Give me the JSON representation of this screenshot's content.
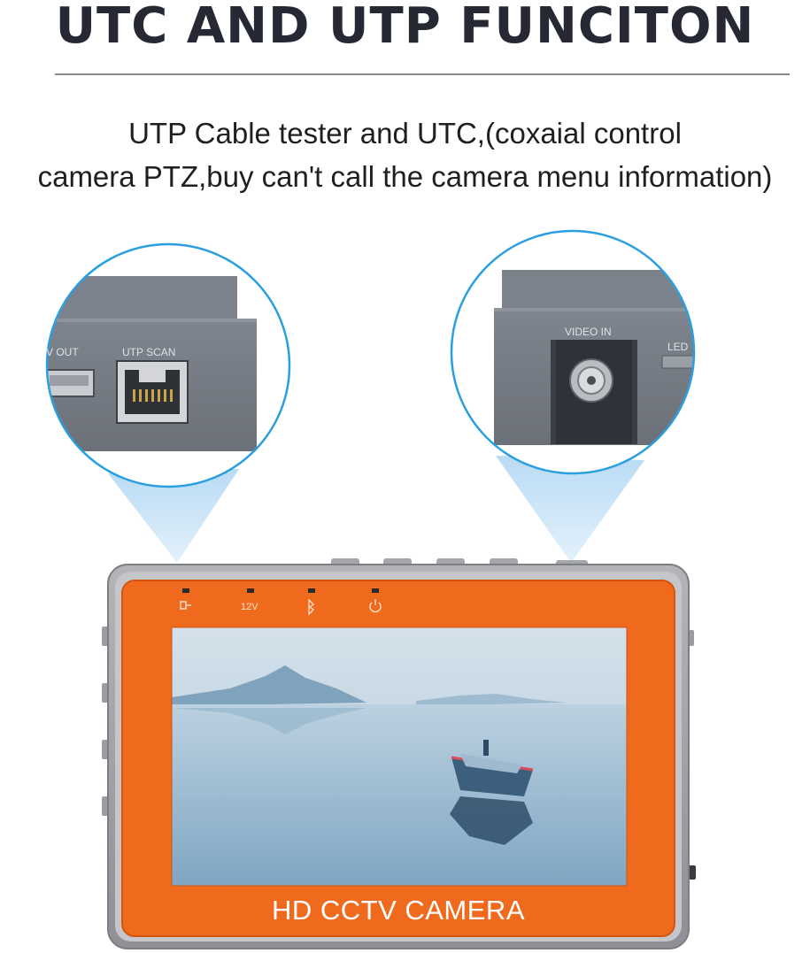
{
  "headline": "UTC AND UTP FUNCITON",
  "subtitle": {
    "line1": "UTP Cable tester and UTC,(coxaial control",
    "line2": "camera PTZ,buy can't call the camera menu information)"
  },
  "zoom_left": {
    "port_label_cut": "V OUT",
    "port_label": "UTP SCAN"
  },
  "zoom_right": {
    "port_label": "VIDEO IN",
    "led_label": "LED"
  },
  "device": {
    "indicator_12v": "12V",
    "caption": "HD CCTV CAMERA",
    "body_color": "#f06a1e",
    "frame_color": "#9c9ea3"
  }
}
